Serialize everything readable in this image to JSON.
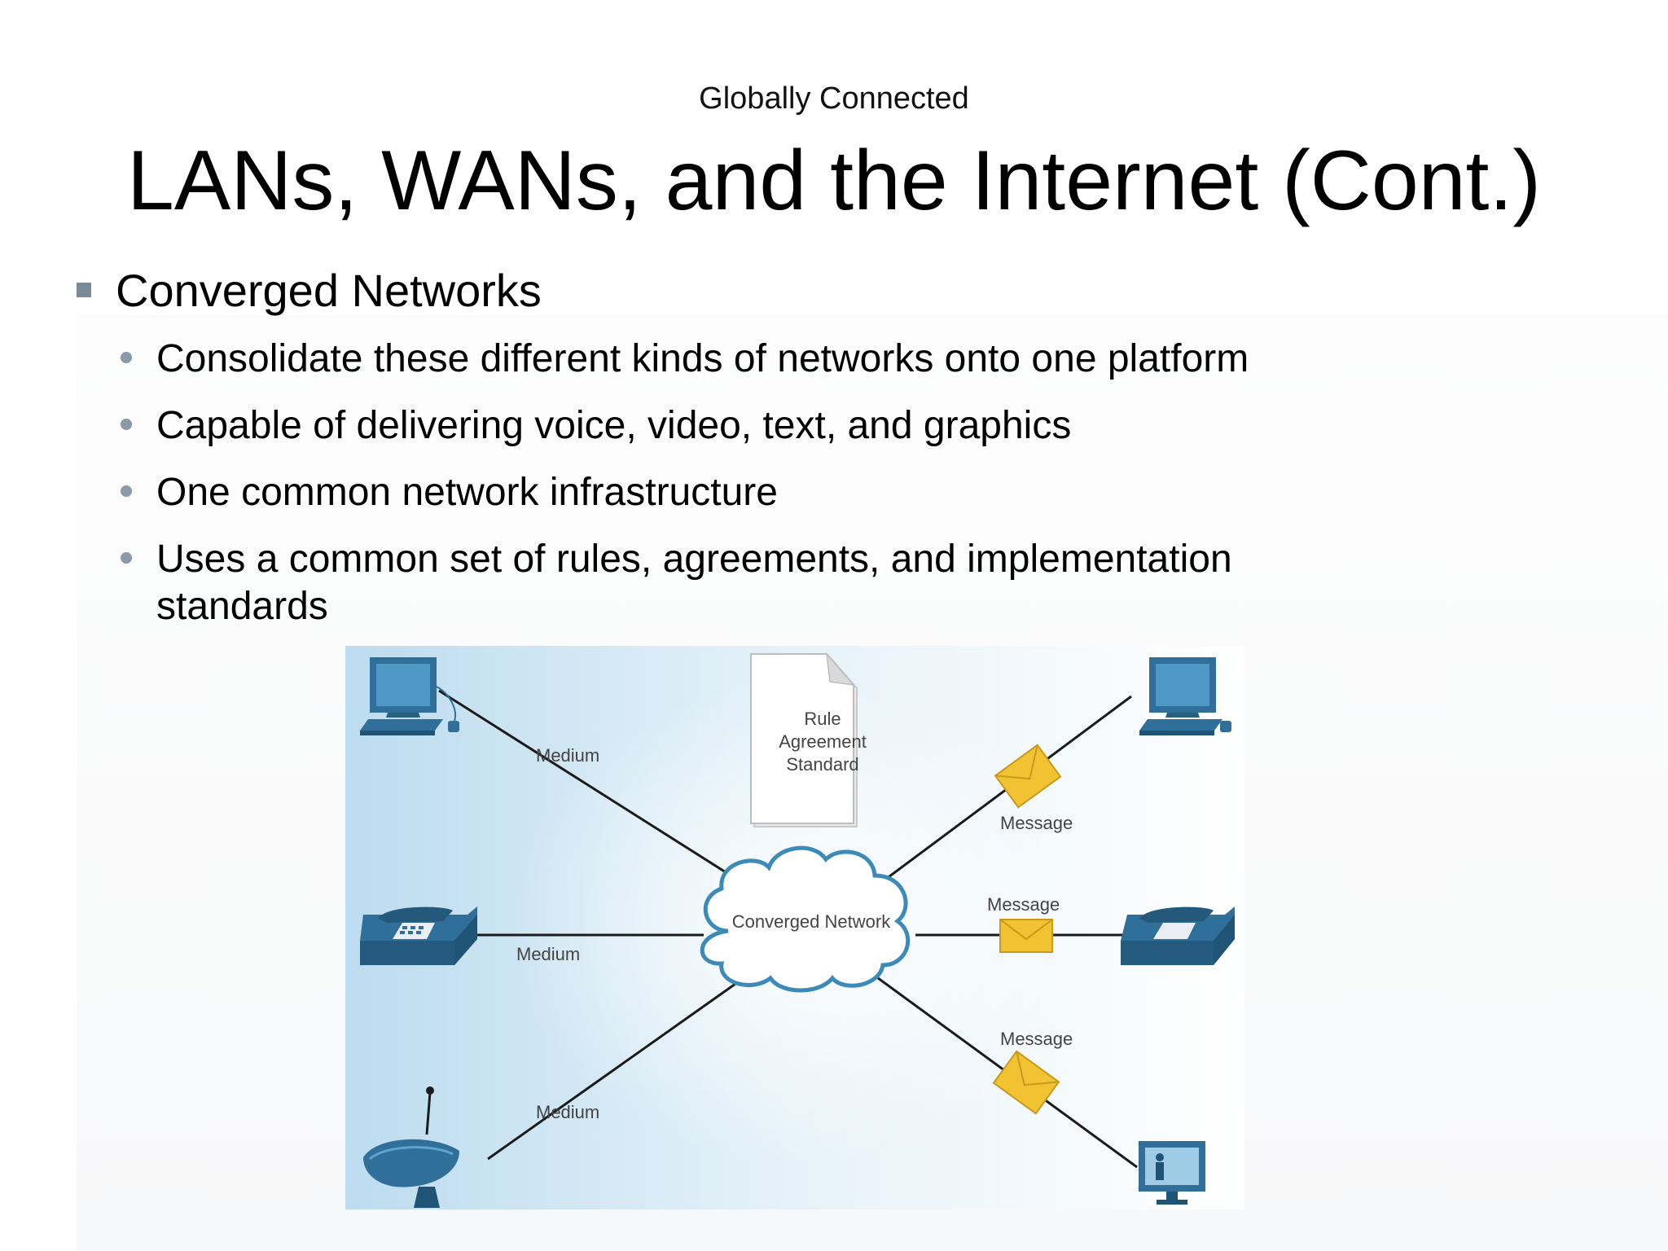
{
  "header": {
    "subtitle": "Globally Connected",
    "title": "LANs, WANs, and the Internet (Cont.)"
  },
  "content": {
    "heading": "Converged Networks",
    "bullets": [
      "Consolidate these different kinds of networks onto one platform",
      "Capable of delivering voice, video, text, and graphics",
      "One common network infrastructure",
      "Uses a common set of rules, agreements, and implementation standards"
    ]
  },
  "diagram": {
    "center_label": "Converged Network",
    "document_lines": [
      "Rule",
      "Agreement",
      "Standard"
    ],
    "medium_labels": [
      "Medium",
      "Medium",
      "Medium"
    ],
    "message_labels": [
      "Message",
      "Message",
      "Message"
    ],
    "left_devices": [
      "computer-icon",
      "phone-icon",
      "satellite-dish-icon"
    ],
    "right_devices": [
      "computer-icon",
      "phone-icon",
      "television-icon"
    ],
    "colors": {
      "device": "#2f6f9a",
      "envelope": "#f1c232",
      "background": "#cfe6f3",
      "line": "#1b1b1b"
    }
  }
}
